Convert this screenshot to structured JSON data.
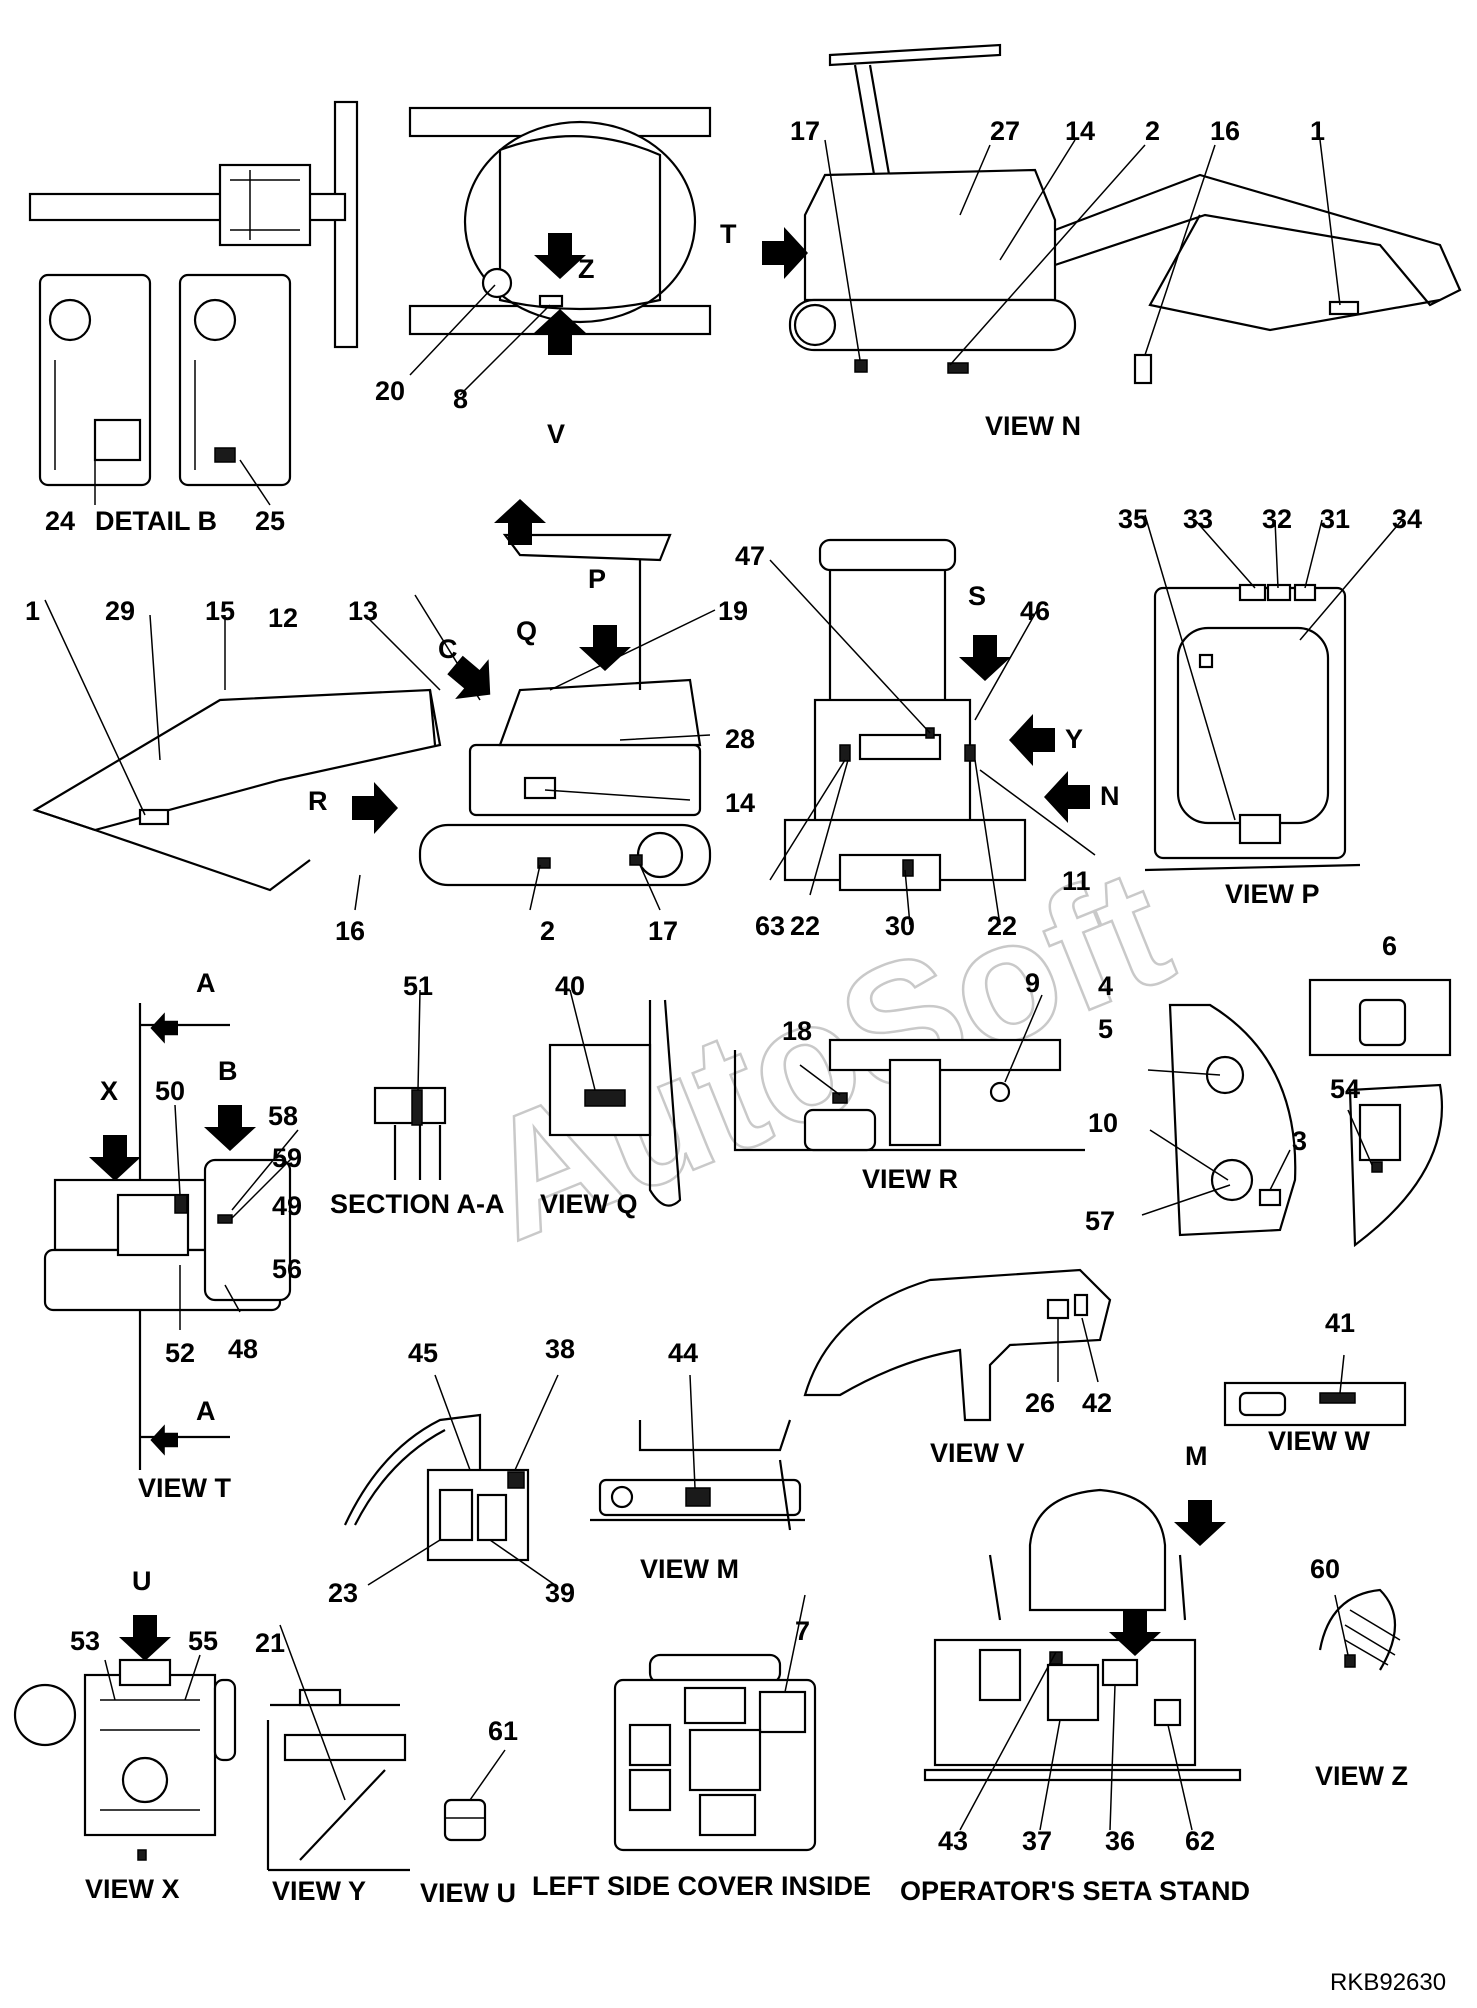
{
  "drawing_code": "RKB92630",
  "watermark": "AutoSoft",
  "views": {
    "top_view": {
      "letters": [
        "Z",
        "V"
      ],
      "parts": [
        "20",
        "8"
      ]
    },
    "detail_b": {
      "caption": "DETAIL B",
      "parts": [
        "24",
        "25"
      ]
    },
    "view_n": {
      "caption": "VIEW N",
      "letters": [
        "T"
      ],
      "parts": [
        "17",
        "27",
        "14",
        "2",
        "16",
        "1"
      ]
    },
    "left_side": {
      "letters": [
        "C",
        "Q",
        "P",
        "R"
      ],
      "parts": [
        "1",
        "29",
        "15",
        "12",
        "13",
        "19",
        "28",
        "14",
        "16",
        "2",
        "17"
      ]
    },
    "rear_view": {
      "letters": [
        "S",
        "Y",
        "N"
      ],
      "parts": [
        "47",
        "46",
        "11",
        "63",
        "22",
        "30",
        "22"
      ]
    },
    "view_p": {
      "caption": "VIEW P",
      "parts": [
        "35",
        "33",
        "32",
        "31",
        "34"
      ]
    },
    "view_t": {
      "caption": "VIEW T",
      "letters": [
        "A",
        "B",
        "X",
        "A"
      ],
      "parts": [
        "50",
        "58",
        "59",
        "49",
        "56",
        "52",
        "48"
      ]
    },
    "section_aa": {
      "caption": "SECTION A-A",
      "parts": [
        "51"
      ]
    },
    "view_q": {
      "caption": "VIEW Q",
      "parts": [
        "40"
      ]
    },
    "view_r": {
      "caption": "VIEW R",
      "parts": [
        "18",
        "9"
      ]
    },
    "right_detail": {
      "parts": [
        "4",
        "5",
        "10",
        "3",
        "57",
        "6",
        "54"
      ]
    },
    "view_v": {
      "caption": "VIEW V",
      "parts": [
        "26",
        "42"
      ]
    },
    "view_w": {
      "caption": "VIEW W",
      "parts": [
        "41"
      ]
    },
    "cab_panel": {
      "parts": [
        "45",
        "38",
        "23",
        "39"
      ]
    },
    "view_m": {
      "caption": "VIEW M",
      "parts": [
        "44"
      ]
    },
    "seat_stand": {
      "caption": "OPERATOR'S SETA STAND",
      "letters": [
        "M"
      ],
      "parts": [
        "43",
        "37",
        "36",
        "62"
      ]
    },
    "view_z": {
      "caption": "VIEW Z",
      "parts": [
        "60"
      ]
    },
    "view_x": {
      "caption": "VIEW X",
      "letters": [
        "U"
      ],
      "parts": [
        "53",
        "55"
      ]
    },
    "view_y": {
      "caption": "VIEW Y",
      "parts": [
        "21"
      ]
    },
    "view_u": {
      "caption": "VIEW U",
      "parts": [
        "61"
      ]
    },
    "left_cover": {
      "caption": "LEFT SIDE COVER INSIDE",
      "parts": [
        "7"
      ]
    }
  }
}
